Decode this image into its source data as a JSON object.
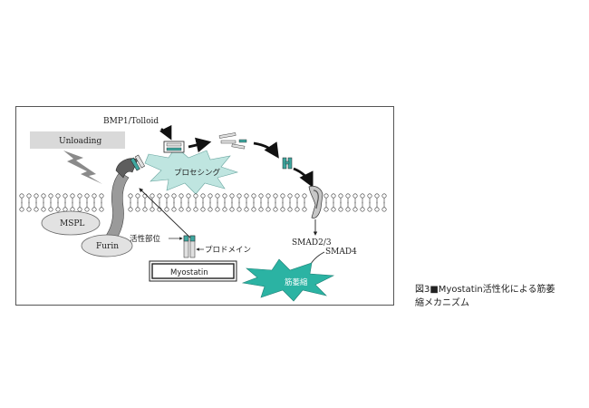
{
  "diagram": {
    "labels": {
      "bmp1_tolloid": "BMP1/Tolloid",
      "unloading": "Unloading",
      "processing": "プロセシング",
      "mspl": "MSPL",
      "furin": "Furin",
      "active_site": "活性部位",
      "prodomain": "プロドメイン",
      "myostatin": "Myostatin",
      "smad23": "SMAD2/3",
      "smad4": "SMAD4",
      "atrophy": "筋萎縮"
    },
    "colors": {
      "teal": "#3fa7a0",
      "burst_fill": "#bfe5e0",
      "atrophy_fill": "#2bb3a3",
      "grey_dark": "#6b6b6b",
      "grey_light": "#cfcfcf",
      "band": "#d9d9d9"
    }
  },
  "caption": {
    "line1": "図3■Myostatin活性化による筋萎",
    "line2": "縮メカニズム"
  }
}
